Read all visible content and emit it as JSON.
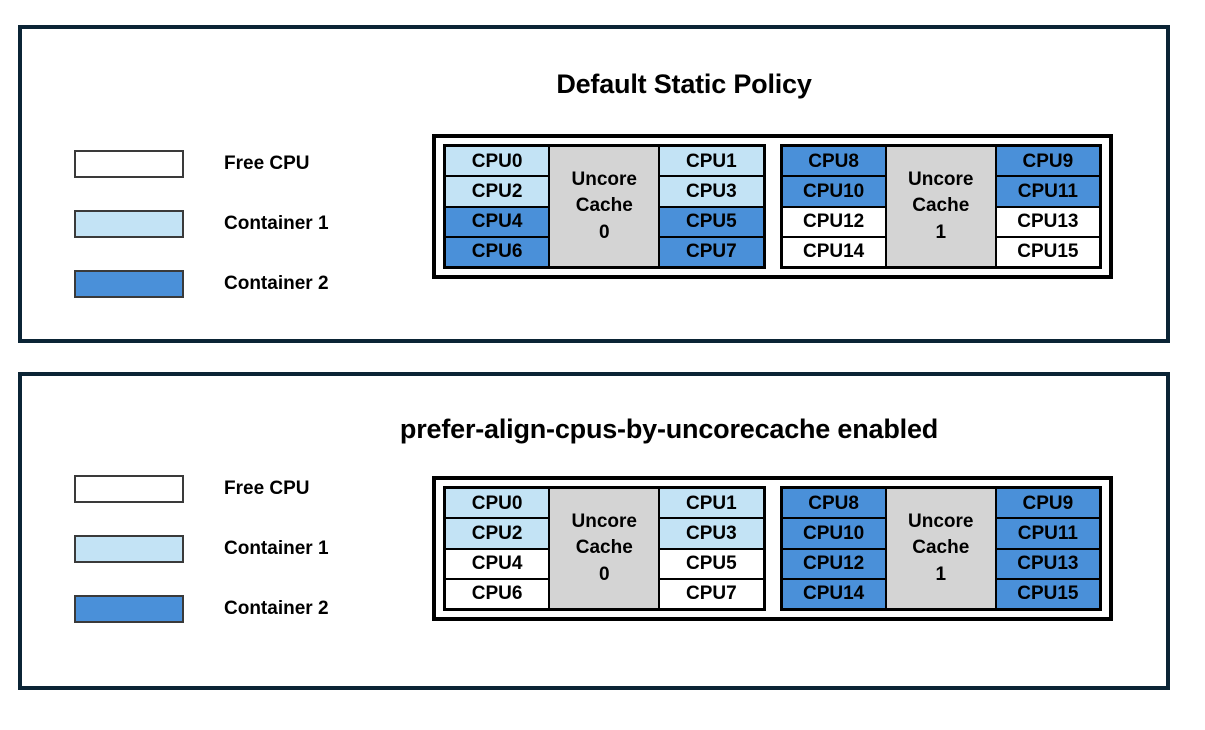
{
  "colors": {
    "free_cpu": "#ffffff",
    "container_1": "#c3e3f5",
    "container_2": "#4a90d9",
    "uncore_cache": "#d4d4d4",
    "panel_border": "#0b2435",
    "diagram_border": "#000000"
  },
  "panels": [
    {
      "id": "top",
      "title": "Default Static Policy",
      "legend": [
        {
          "label": "Free CPU",
          "fill": "free"
        },
        {
          "label": "Container 1",
          "fill": "c1"
        },
        {
          "label": "Container 2",
          "fill": "c2"
        }
      ],
      "diagram": {
        "cache_groups": [
          {
            "cache_label_line1": "Uncore",
            "cache_label_line2": "Cache",
            "cache_label_line3": "0",
            "left_column": [
              {
                "label": "CPU0",
                "fill": "c1"
              },
              {
                "label": "CPU2",
                "fill": "c1"
              },
              {
                "label": "CPU4",
                "fill": "c2"
              },
              {
                "label": "CPU6",
                "fill": "c2"
              }
            ],
            "right_column": [
              {
                "label": "CPU1",
                "fill": "c1"
              },
              {
                "label": "CPU3",
                "fill": "c1"
              },
              {
                "label": "CPU5",
                "fill": "c2"
              },
              {
                "label": "CPU7",
                "fill": "c2"
              }
            ]
          },
          {
            "cache_label_line1": "Uncore",
            "cache_label_line2": "Cache",
            "cache_label_line3": "1",
            "left_column": [
              {
                "label": "CPU8",
                "fill": "c2"
              },
              {
                "label": "CPU10",
                "fill": "c2"
              },
              {
                "label": "CPU12",
                "fill": "free"
              },
              {
                "label": "CPU14",
                "fill": "free"
              }
            ],
            "right_column": [
              {
                "label": "CPU9",
                "fill": "c2"
              },
              {
                "label": "CPU11",
                "fill": "c2"
              },
              {
                "label": "CPU13",
                "fill": "free"
              },
              {
                "label": "CPU15",
                "fill": "free"
              }
            ]
          }
        ]
      }
    },
    {
      "id": "bottom",
      "title": "prefer-align-cpus-by-uncorecache enabled",
      "legend": [
        {
          "label": "Free CPU",
          "fill": "free"
        },
        {
          "label": "Container 1",
          "fill": "c1"
        },
        {
          "label": "Container 2",
          "fill": "c2"
        }
      ],
      "diagram": {
        "cache_groups": [
          {
            "cache_label_line1": "Uncore",
            "cache_label_line2": "Cache",
            "cache_label_line3": "0",
            "left_column": [
              {
                "label": "CPU0",
                "fill": "c1"
              },
              {
                "label": "CPU2",
                "fill": "c1"
              },
              {
                "label": "CPU4",
                "fill": "free"
              },
              {
                "label": "CPU6",
                "fill": "free"
              }
            ],
            "right_column": [
              {
                "label": "CPU1",
                "fill": "c1"
              },
              {
                "label": "CPU3",
                "fill": "c1"
              },
              {
                "label": "CPU5",
                "fill": "free"
              },
              {
                "label": "CPU7",
                "fill": "free"
              }
            ]
          },
          {
            "cache_label_line1": "Uncore",
            "cache_label_line2": "Cache",
            "cache_label_line3": "1",
            "left_column": [
              {
                "label": "CPU8",
                "fill": "c2"
              },
              {
                "label": "CPU10",
                "fill": "c2"
              },
              {
                "label": "CPU12",
                "fill": "c2"
              },
              {
                "label": "CPU14",
                "fill": "c2"
              }
            ],
            "right_column": [
              {
                "label": "CPU9",
                "fill": "c2"
              },
              {
                "label": "CPU11",
                "fill": "c2"
              },
              {
                "label": "CPU13",
                "fill": "c2"
              },
              {
                "label": "CPU15",
                "fill": "c2"
              }
            ]
          }
        ]
      }
    }
  ]
}
